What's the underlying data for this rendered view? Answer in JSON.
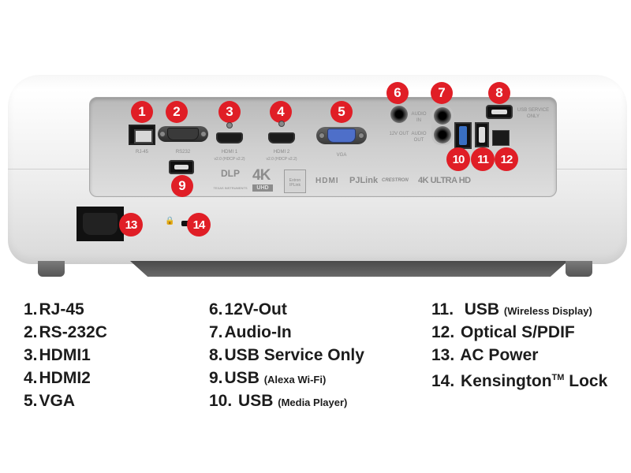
{
  "diagram": {
    "subject": "Projector rear panel connections",
    "badge_color": "#e01e26",
    "panel_labels": {
      "rj45": "RJ-45",
      "rs232": "RS232",
      "hdmi1": "HDMI 1",
      "hdmi1_sub": "v2.0 (HDCP v2.2)",
      "hdmi2": "HDMI 2",
      "hdmi2_sub": "v2.0 (HDCP v2.2)",
      "vga": "VGA",
      "audio_in": "AUDIO IN",
      "audio_out": "AUDIO OUT",
      "twelve_v_out": "12V OUT",
      "usb_service": "USB SERVICE ONLY"
    },
    "logos": [
      "DLP",
      "4K UHD",
      "Extron IPLink",
      "HDMI",
      "PJLink",
      "CRESTRON",
      "4K ULTRA HD"
    ],
    "logo_sub": {
      "dlp": "TEXAS INSTRUMENTS",
      "k4": "4K",
      "uhd": "UHD"
    },
    "badges": [
      "1",
      "2",
      "3",
      "4",
      "5",
      "6",
      "7",
      "8",
      "9",
      "10",
      "11",
      "12",
      "13",
      "14"
    ]
  },
  "legend": {
    "column1": [
      {
        "num": "1.",
        "label": "RJ-45",
        "sub": ""
      },
      {
        "num": "2.",
        "label": "RS-232C",
        "sub": ""
      },
      {
        "num": "3.",
        "label": "HDMI1",
        "sub": ""
      },
      {
        "num": "4.",
        "label": "HDMI2",
        "sub": ""
      },
      {
        "num": "5.",
        "label": "VGA",
        "sub": ""
      }
    ],
    "column2": [
      {
        "num": "6.",
        "label": "12V-Out",
        "sub": ""
      },
      {
        "num": "7.",
        "label": "Audio-In",
        "sub": ""
      },
      {
        "num": "8.",
        "label": "USB Service Only",
        "sub": ""
      },
      {
        "num": "9.",
        "label": "USB",
        "sub": "(Alexa Wi-Fi)"
      },
      {
        "num": "10.",
        "label": "USB",
        "sub": "(Media Player)"
      }
    ],
    "column3": [
      {
        "num": "11.",
        "label": "USB",
        "sub": "(Wireless Display)"
      },
      {
        "num": "12.",
        "label": "Optical S/PDIF",
        "sub": ""
      },
      {
        "num": "13.",
        "label": "AC Power",
        "sub": ""
      },
      {
        "num": "14.",
        "label": "Kensington",
        "tm": "TM",
        "label_after": "Lock"
      }
    ]
  }
}
